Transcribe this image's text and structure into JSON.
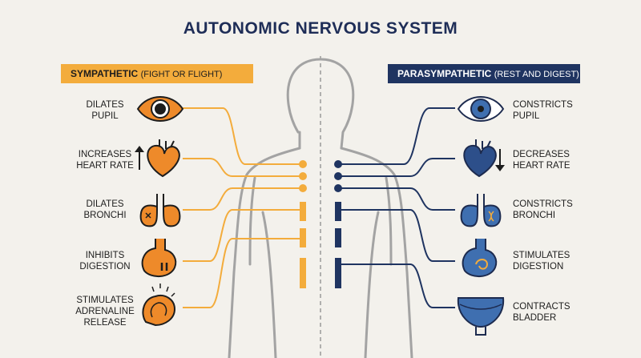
{
  "title": "AUTONOMIC NERVOUS SYSTEM",
  "sympathetic": {
    "name": "SYMPATHETIC",
    "subtitle": "(FIGHT OR FLIGHT)",
    "effects": [
      "DILATES\nPUPIL",
      "INCREASES\nHEART RATE",
      "DILATES\nBRONCHI",
      "INHIBITS\nDIGESTION",
      "STIMULATES\nADRENALINE\nRELEASE"
    ]
  },
  "parasympathetic": {
    "name": "PARASYMPATHETIC",
    "subtitle": "(REST AND DIGEST)",
    "effects": [
      "CONSTRICTS\nPUPIL",
      "DECREASES\nHEART RATE",
      "CONSTRICTS\nBRONCHI",
      "STIMULATES\nDIGESTION",
      "CONTRACTS\nBLADDER"
    ]
  },
  "colors": {
    "sympathetic": "#f3ac3c",
    "sympathetic_icon": "#ee8a2a",
    "parasympathetic": "#1f3461",
    "parasympathetic_icon": "#3f6fb0",
    "body_outline": "#9a9a9a",
    "background": "#f3f1ec"
  },
  "icons": {
    "sympathetic": [
      "eye-icon",
      "heart-icon",
      "lungs-icon",
      "stomach-icon",
      "adrenal-gland-icon"
    ],
    "parasympathetic": [
      "eye-icon",
      "heart-icon",
      "lungs-icon",
      "stomach-icon",
      "bladder-icon"
    ]
  }
}
